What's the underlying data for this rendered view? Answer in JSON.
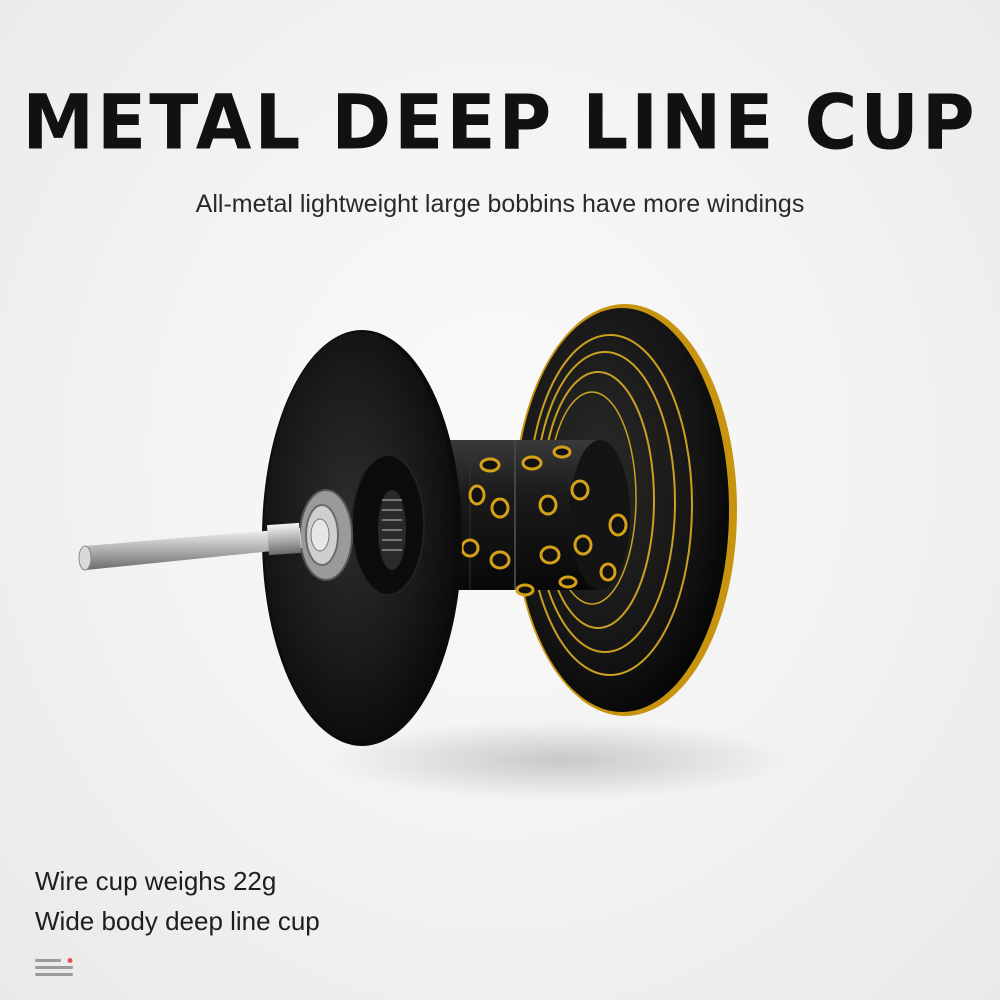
{
  "header": {
    "title": "METAL DEEP LINE CUP",
    "subtitle": "All-metal lightweight large bobbins have more windings"
  },
  "features": [
    "Wire cup weighs 22g",
    "Wide body deep line cup"
  ],
  "icons": {
    "product": "spool-image",
    "menu": "menu-icon"
  },
  "colors": {
    "accent_gold": "#d4a017",
    "spool_black": "#151515"
  }
}
